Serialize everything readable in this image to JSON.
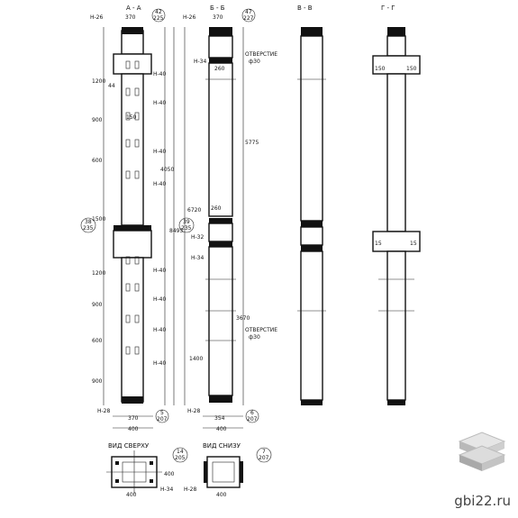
{
  "sections": {
    "aa": "А - А",
    "bb": "Б - Б",
    "vv": "В - В",
    "gg": "Г - Г"
  },
  "views": {
    "top": "ВИД СВЕРХУ",
    "bottom": "ВИД СНИЗУ"
  },
  "labels": {
    "n40": "Н-40",
    "n26": "Н-26",
    "n34": "Н-34",
    "n32": "Н-32",
    "n28": "Н-28",
    "otv": "ОТВЕРСТИЕ",
    "phi": "ф30",
    "phi2": "ф30"
  },
  "callouts": [
    {
      "num": "42",
      "den": "225"
    },
    {
      "num": "47",
      "den": "227"
    },
    {
      "num": "38",
      "den": "235"
    },
    {
      "num": "39",
      "den": "235"
    },
    {
      "num": "5",
      "den": "207"
    },
    {
      "num": "6",
      "den": "207"
    },
    {
      "num": "14",
      "den": "205"
    },
    {
      "num": "7",
      "den": "207"
    }
  ],
  "dims": {
    "d370": "370",
    "d400": "400",
    "d260": "260",
    "d150": "150",
    "d44": "44",
    "d1200": "1200",
    "d900": "900",
    "d600": "600",
    "d1500": "1500",
    "d8495": "8495",
    "d6720": "6720",
    "d5775": "5775",
    "d3670": "3670",
    "d4050": "4050",
    "d1400": "1400",
    "d354": "354",
    "d15": "15"
  },
  "brand": "gbi22.ru"
}
